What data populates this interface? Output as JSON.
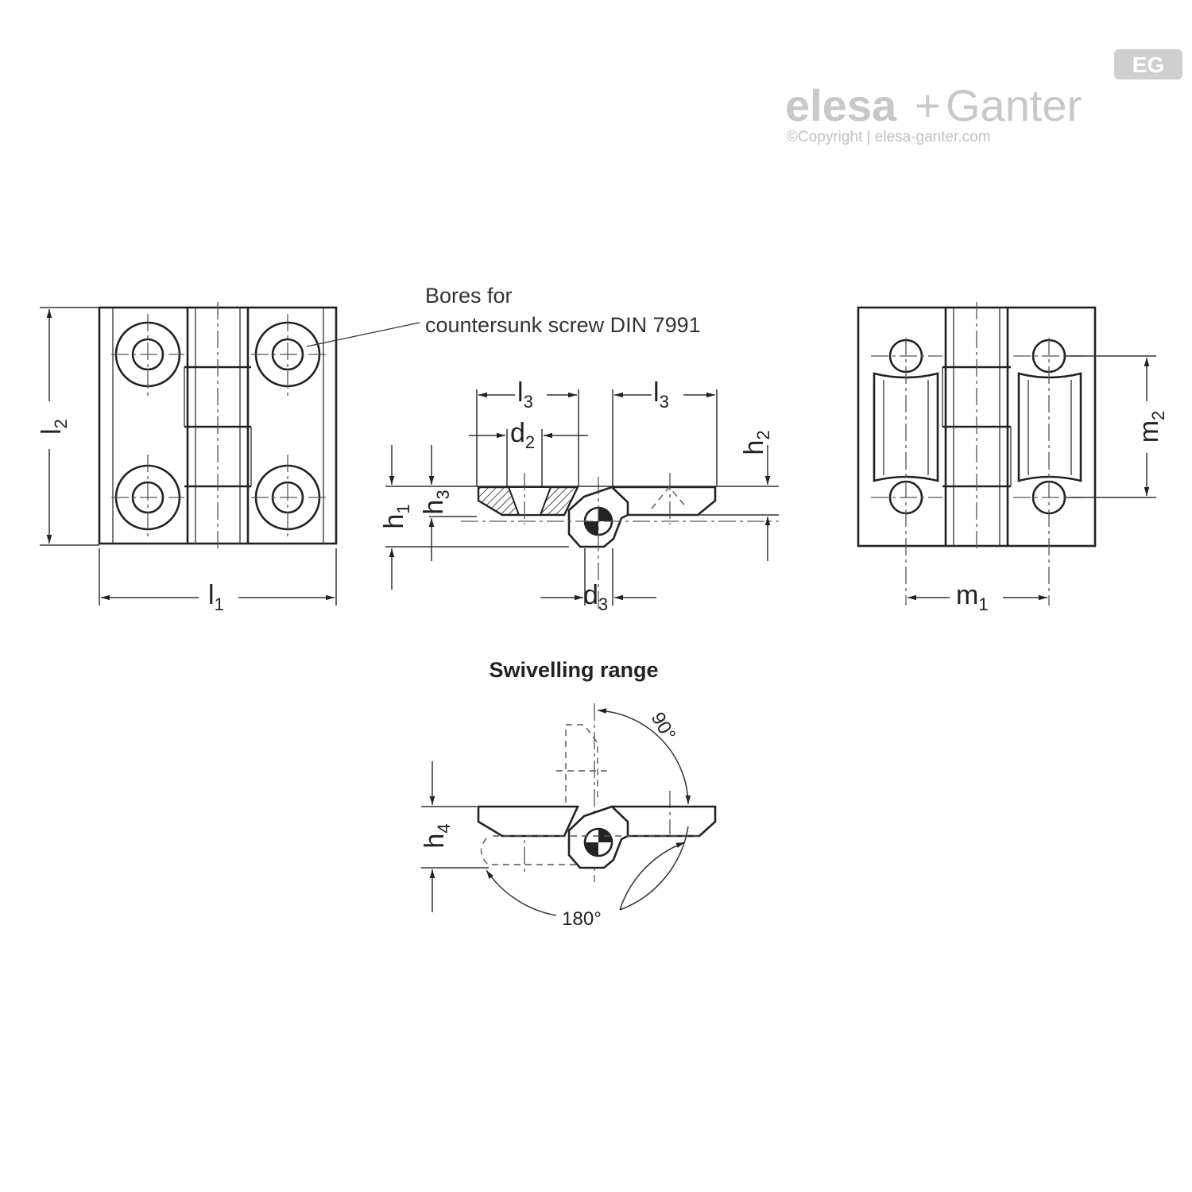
{
  "logo": {
    "badge": "EG",
    "brand_left": "elesa",
    "brand_plus": "+",
    "brand_right": "Ganter",
    "copyright": "©Copyright | elesa-ganter.com"
  },
  "callout": {
    "line1": "Bores for",
    "line2": "countersunk screw DIN 7991"
  },
  "dimensions": {
    "l1": {
      "main": "l",
      "sub": "1"
    },
    "l2": {
      "main": "l",
      "sub": "2"
    },
    "l3a": {
      "main": "l",
      "sub": "3"
    },
    "l3b": {
      "main": "l",
      "sub": "3"
    },
    "d2": {
      "main": "d",
      "sub": "2"
    },
    "d3": {
      "main": "d",
      "sub": "3"
    },
    "h1": {
      "main": "h",
      "sub": "1"
    },
    "h2": {
      "main": "h",
      "sub": "2"
    },
    "h3": {
      "main": "h",
      "sub": "3"
    },
    "h4": {
      "main": "h",
      "sub": "4"
    },
    "m1": {
      "main": "m",
      "sub": "1"
    },
    "m2": {
      "main": "m",
      "sub": "2"
    }
  },
  "swivel": {
    "title": "Swivelling range",
    "angle_90": "90°",
    "angle_180": "180°"
  }
}
